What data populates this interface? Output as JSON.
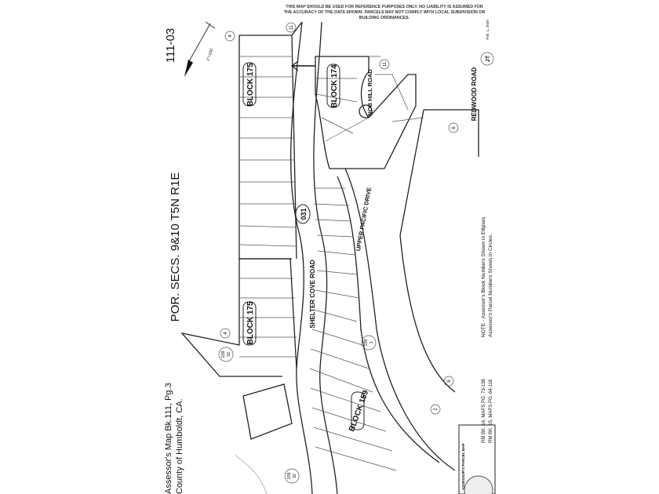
{
  "disclaimer": "THIS MAP SHOULD BE USED FOR REFERENCE PURPOSES ONLY. NO LIABILITY IS ASSUMED FOR THE ACCURACY OF THE DATA SHOWN. PARCELS MAY NOT COMPLY WITH LOCAL SUBDIVISION OR BUILDING ORDINANCES.",
  "map_number": "111-03",
  "section": "POR. SECS. 9&10 T5N R1E",
  "title_line1": "Assessor's Map Bk.111, Pg.3",
  "title_line2": "County of Humboldt, CA.",
  "scale": "1\"=100'",
  "initials": "JT",
  "date": "Feb. 1, 2020",
  "blocks": [
    "BLOCK 175",
    "BLOCK 174",
    "BLOCK 175",
    "BLOCK 159"
  ],
  "block_number": "031",
  "roads": {
    "shelter_cove": "SHELTER COVE ROAD",
    "nob_hill": "NOB HILL ROAD",
    "upper_pacific": "UPPER PACIFIC DRIVE",
    "redwood": "REDWOOD ROAD"
  },
  "circled": {
    "a": "11",
    "b": "4",
    "c": "11",
    "d": "6",
    "e": "4",
    "f": "2",
    "g": "6"
  },
  "refs": {
    "r1_top": "109",
    "r1_bot": "32",
    "r2_top": "109",
    "r2_bot": "1",
    "r3_top": "109",
    "r3_bot": "32"
  },
  "note_line1": "NOTE - Assessor's Block Numbers Shown in Ellipses",
  "note_line2": "Assessor's Parcel Numbers Shown in Circles.",
  "rm1": "RM BK. 14, MAPS PG. 73-138",
  "rm2": "RM BK. 15, MAPS PG. 64-116",
  "stamp_title": "ASSESSOR'S PARCEL MAP"
}
